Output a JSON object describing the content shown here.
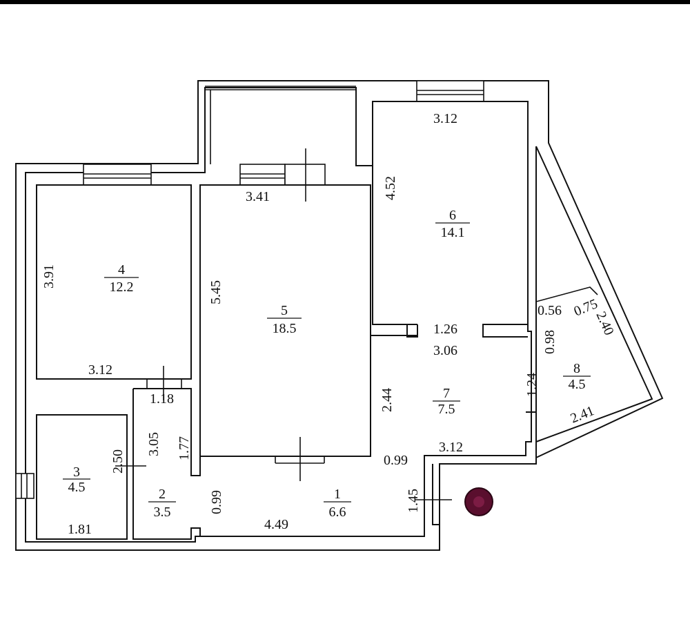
{
  "rooms": [
    {
      "id": "r1",
      "number": "1",
      "area": "6.6"
    },
    {
      "id": "r2",
      "number": "2",
      "area": "3.5"
    },
    {
      "id": "r3",
      "number": "3",
      "area": "4.5"
    },
    {
      "id": "r4",
      "number": "4",
      "area": "12.2"
    },
    {
      "id": "r5",
      "number": "5",
      "area": "18.5"
    },
    {
      "id": "r6",
      "number": "6",
      "area": "14.1"
    },
    {
      "id": "r7",
      "number": "7",
      "area": "7.5"
    },
    {
      "id": "r8",
      "number": "8",
      "area": "4.5"
    }
  ],
  "dimensions": [
    {
      "id": "d01",
      "value": "3.12"
    },
    {
      "id": "d02",
      "value": "4.52"
    },
    {
      "id": "d03",
      "value": "3.41"
    },
    {
      "id": "d04",
      "value": "3.91"
    },
    {
      "id": "d05",
      "value": "5.45"
    },
    {
      "id": "d06",
      "value": "3.12"
    },
    {
      "id": "d07",
      "value": "1.18"
    },
    {
      "id": "d08",
      "value": "3.05"
    },
    {
      "id": "d09",
      "value": "1.77"
    },
    {
      "id": "d10",
      "value": "2.50"
    },
    {
      "id": "d11",
      "value": "1.81"
    },
    {
      "id": "d12",
      "value": "0.99"
    },
    {
      "id": "d13",
      "value": "4.49"
    },
    {
      "id": "d14",
      "value": "1.26"
    },
    {
      "id": "d15",
      "value": "3.06"
    },
    {
      "id": "d16",
      "value": "2.44"
    },
    {
      "id": "d17",
      "value": "3.12"
    },
    {
      "id": "d18",
      "value": "0.99"
    },
    {
      "id": "d19",
      "value": "1.45"
    },
    {
      "id": "d20",
      "value": "0.56"
    },
    {
      "id": "d21",
      "value": "0.75"
    },
    {
      "id": "d22",
      "value": "0.98"
    },
    {
      "id": "d23",
      "value": "2.40"
    },
    {
      "id": "d24",
      "value": "1.24"
    },
    {
      "id": "d25",
      "value": "2.41"
    }
  ],
  "colors": {
    "walls": "#111111",
    "riser_marker": "#5a0f2e",
    "background": "#ffffff"
  },
  "icons": {
    "riser": "riser-circle-icon"
  }
}
